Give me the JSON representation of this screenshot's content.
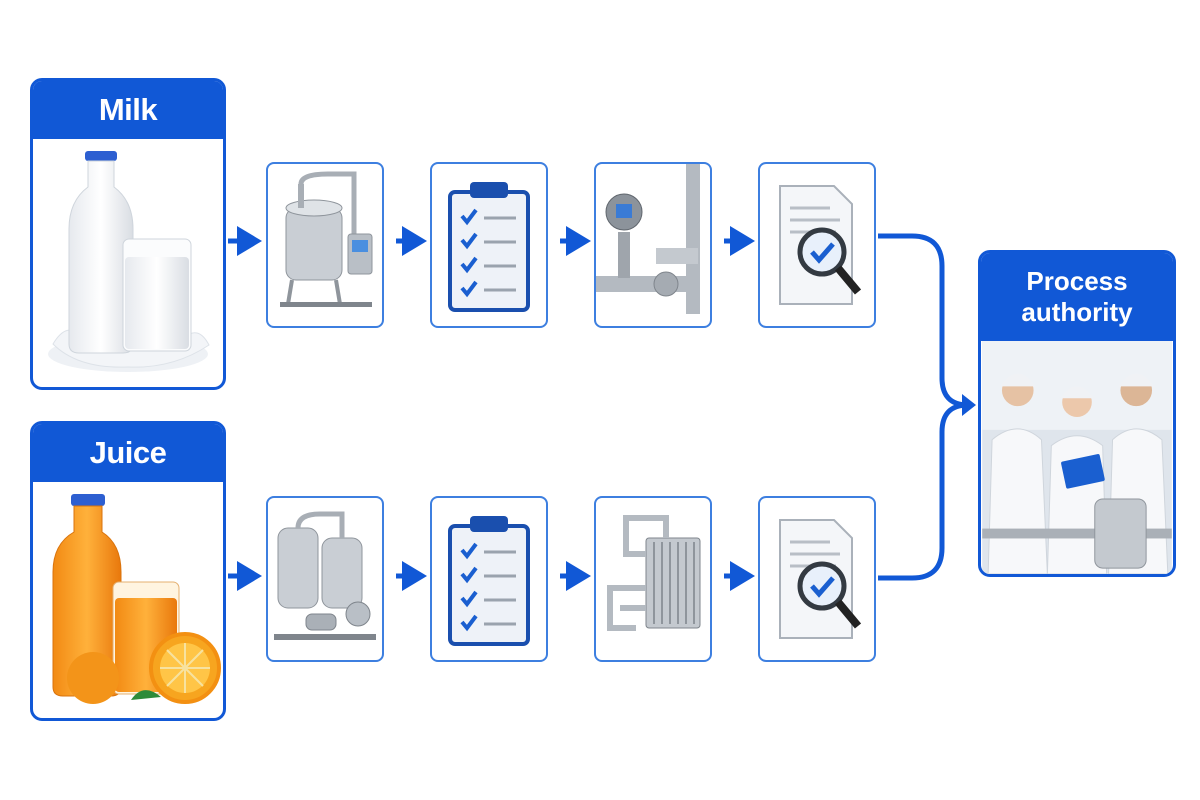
{
  "diagram": {
    "sources": [
      {
        "id": "milk",
        "label": "Milk"
      },
      {
        "id": "juice",
        "label": "Juice"
      }
    ],
    "target": {
      "line1": "Process",
      "line2": "authority"
    },
    "colors": {
      "accent": "#1158d6",
      "step_border": "#3d7fe0",
      "check": "#1a5fd0"
    },
    "rows": {
      "milk": [
        "processing-tank-icon",
        "checklist-icon",
        "pipe-flow-meter-icon",
        "document-inspection-icon"
      ],
      "juice": [
        "twin-tank-system-icon",
        "checklist-icon",
        "plate-heat-exchanger-icon",
        "document-inspection-icon"
      ]
    }
  }
}
